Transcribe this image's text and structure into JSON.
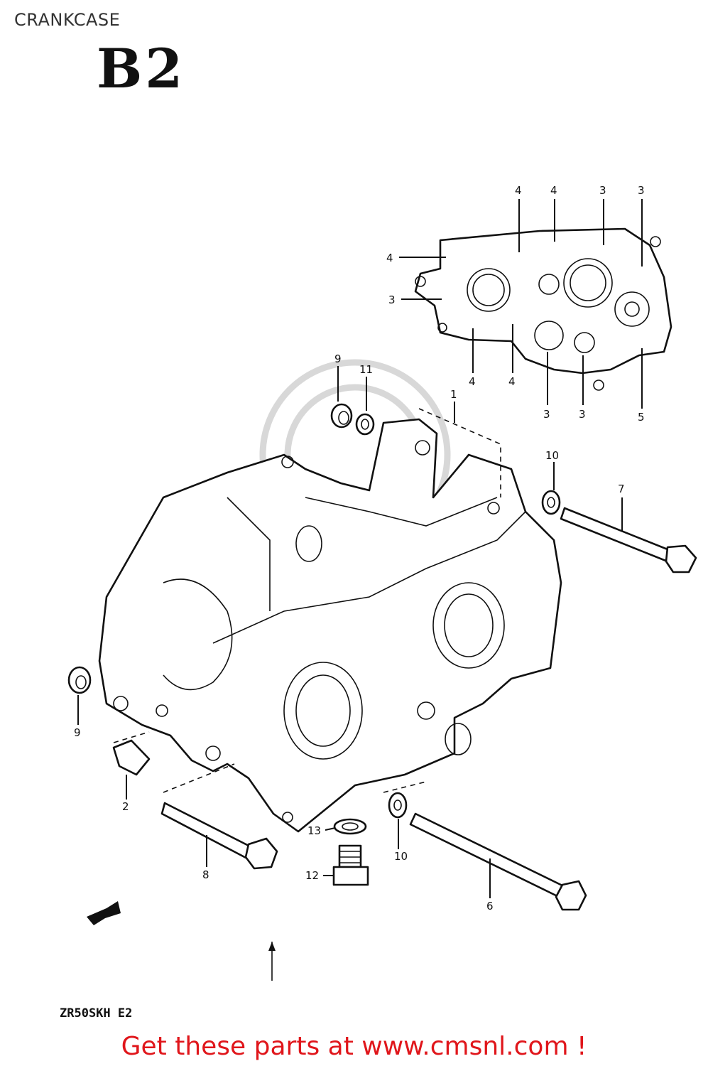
{
  "header": {
    "title": "CRANKCASE",
    "section_code": "B2"
  },
  "footer": {
    "model_code": "ZR50SKH E2",
    "cta": "Get these parts at www.cmsnl.com !"
  },
  "callouts": [
    {
      "id": "c4a",
      "label": "4"
    },
    {
      "id": "c4b",
      "label": "4"
    },
    {
      "id": "c3a",
      "label": "3"
    },
    {
      "id": "c3b",
      "label": "3"
    },
    {
      "id": "c4c",
      "label": "4"
    },
    {
      "id": "c3c",
      "label": "3"
    },
    {
      "id": "c4d",
      "label": "4"
    },
    {
      "id": "c4e",
      "label": "4"
    },
    {
      "id": "c3d",
      "label": "3"
    },
    {
      "id": "c3e",
      "label": "3"
    },
    {
      "id": "c5",
      "label": "5"
    },
    {
      "id": "c9a",
      "label": "9"
    },
    {
      "id": "c11",
      "label": "11"
    },
    {
      "id": "c1",
      "label": "1"
    },
    {
      "id": "c10a",
      "label": "10"
    },
    {
      "id": "c7",
      "label": "7"
    },
    {
      "id": "c9b",
      "label": "9"
    },
    {
      "id": "c2",
      "label": "2"
    },
    {
      "id": "c8",
      "label": "8"
    },
    {
      "id": "c13",
      "label": "13"
    },
    {
      "id": "c10b",
      "label": "10"
    },
    {
      "id": "c12",
      "label": "12"
    },
    {
      "id": "c6",
      "label": "6"
    }
  ],
  "colors": {
    "cta": "#e0161b",
    "line": "#111111",
    "watermark": "#d8d8d8"
  }
}
